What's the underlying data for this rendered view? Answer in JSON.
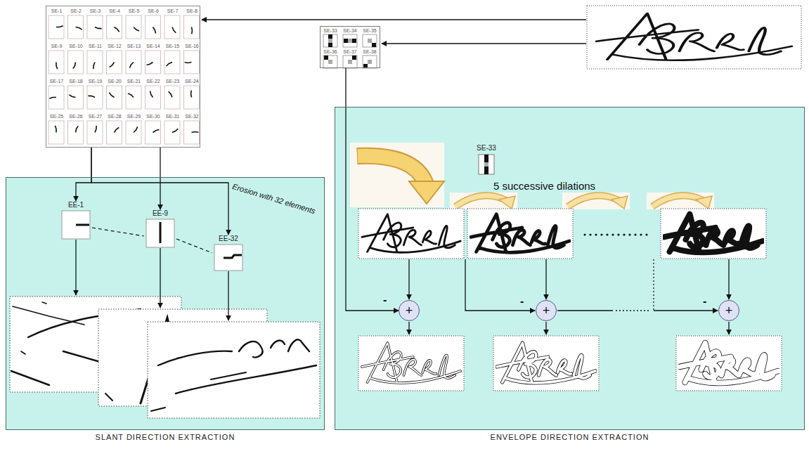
{
  "diagram": {
    "nodes": [
      {
        "text": [
          "SE-1",
          "SE-2",
          "SE-3",
          "SE-4",
          "SE-5",
          "SE-6",
          "SE-7",
          "SE-8",
          "SE-9",
          "SE-10",
          "SE-11",
          "SE-12",
          "SE-13",
          "SE-14",
          "SE-15",
          "SE-16",
          "SE-17",
          "SE-18",
          "SE-19",
          "SE-20",
          "SE-21",
          "SE-22",
          "SE-23",
          "SE-24",
          "SE-25",
          "SE-26",
          "SE-27",
          "SE-28",
          "SE-29",
          "SE-30",
          "SE-31",
          "SE-32"
        ]
      },
      {
        "text": [
          "SE-33",
          "SE-34",
          "SE-35",
          "SE-36",
          "SE-37",
          "SE-38"
        ]
      },
      {
        "text": [
          "SLANT DIRECTION EXTRACTION"
        ]
      },
      {
        "text": [
          "EE-1"
        ],
        "in": 2
      },
      {
        "text": [
          "EE-9"
        ],
        "in": 2
      },
      {
        "text": [
          "EE-32"
        ],
        "in": 2
      },
      {
        "text": [
          "ENVELOPE DIRECTION EXTRACTION"
        ]
      },
      {
        "text": [
          "SE-33"
        ],
        "in": 6
      },
      {
        "text": [
          "+"
        ],
        "in": 6
      },
      {
        "text": [
          "+"
        ],
        "in": 6
      },
      {
        "text": [
          "+"
        ],
        "in": 6
      }
    ],
    "edges": [
      {
        "from": 0,
        "to": 3,
        "arrow": "to"
      },
      {
        "from": 0,
        "to": 4,
        "arrow": "to"
      },
      {
        "from": 0,
        "to": 5,
        "arrow": "to"
      },
      {
        "from": 1,
        "to": 8,
        "arrow": "to",
        "label": "-"
      }
    ],
    "labels": [
      "Erosion with 32 elements",
      "5 successive dilations",
      "-",
      "-"
    ]
  }
}
